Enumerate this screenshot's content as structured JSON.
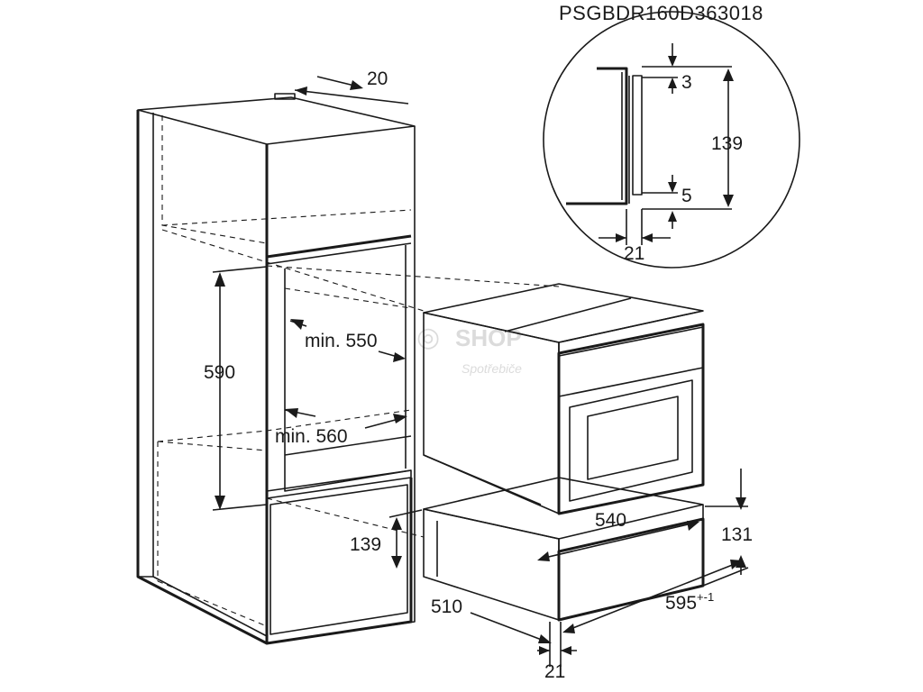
{
  "document": {
    "code": "PSGBDR160D363018"
  },
  "dimensions": {
    "top_depth": "20",
    "niche_height": "590",
    "min_width": "min. 550",
    "min_depth": "min. 560",
    "drawer_height_left": "139",
    "drawer_depth": "510",
    "drawer_offset_bottom": "21",
    "appliance_width": "540",
    "appliance_height": "131",
    "front_width": "595",
    "front_width_tolerance": "+-1"
  },
  "detail": {
    "gap_top": "3",
    "panel_height": "139",
    "gap_bottom": "5",
    "panel_depth": "21"
  },
  "watermark": {
    "line1": "SHOP",
    "line2": "Spotřebiče"
  }
}
